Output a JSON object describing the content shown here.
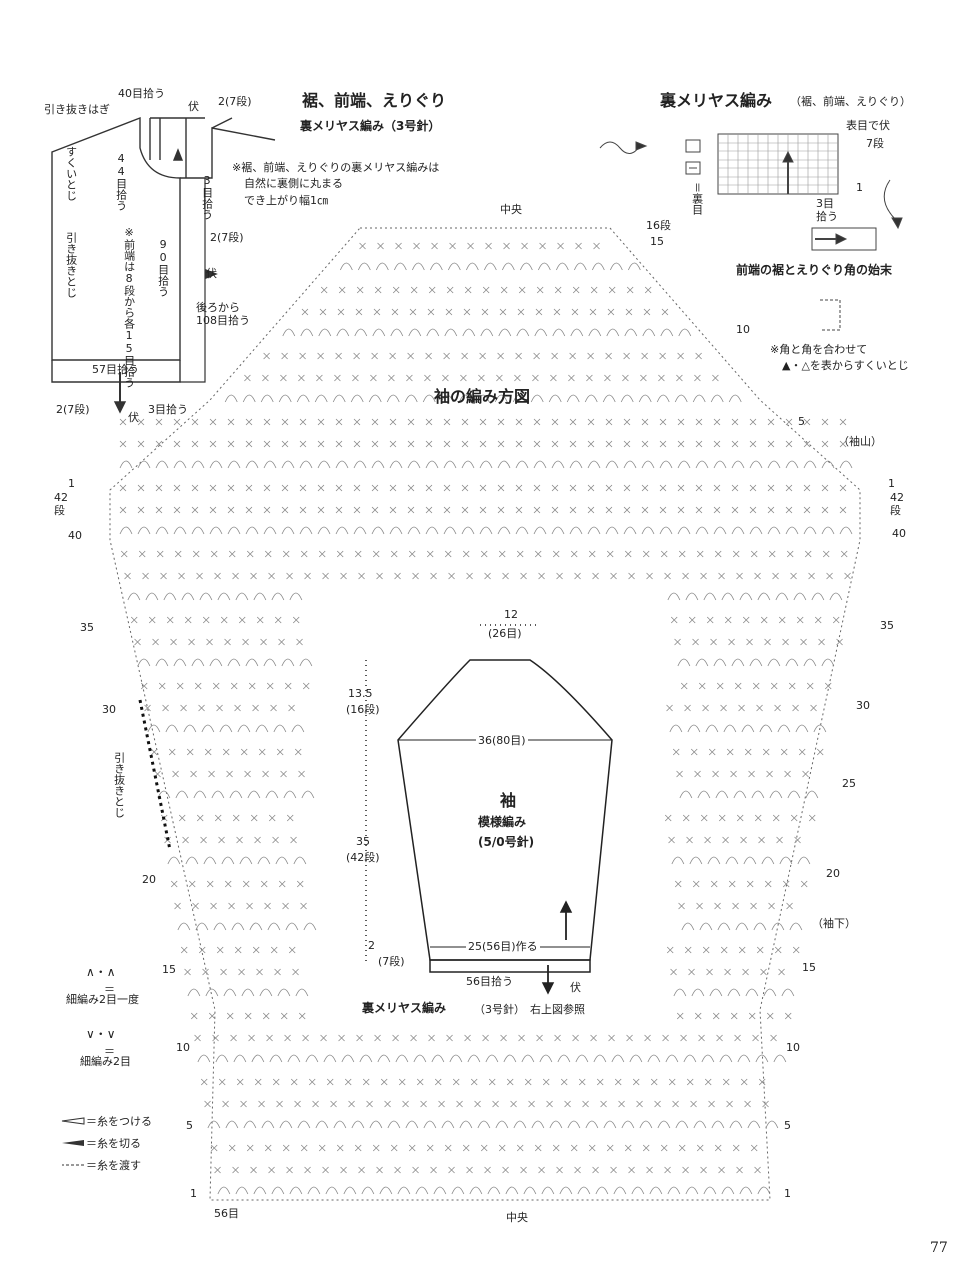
{
  "page_number": "77",
  "edging_diagram": {
    "title": "裾、前端、えりぐり",
    "subtitle": "裏メリヤス編み（3号針）",
    "note_lines": [
      "※裾、前端、えりぐりの裏メリヤス編みは",
      "自然に裏側に丸まる",
      "でき上がり幅1㎝"
    ],
    "labels": {
      "back_40": "40目拾う",
      "fu_top": "伏",
      "rows_2_7_top": "2(7段)",
      "shoulder_join": "引き抜きはぎ",
      "front_44": "44目拾う",
      "scoop_join": "すくいとじ",
      "pick_3": "3目拾う",
      "front_note": "※前端は8段から各15目拾う",
      "pick_90": "90目拾う",
      "rows_2_7_mid": "2(7段)",
      "fu_mid": "伏",
      "slip_join": "引き抜きとじ",
      "back_108": "後ろから108目拾う",
      "hem_57": "57目拾う",
      "rows_2_7_bottom": "2(7段)",
      "pick_3_bottom": "3目拾う",
      "fu_bottom": "伏"
    }
  },
  "reverse_stockinette": {
    "title": "裏メリヤス編み",
    "title_note": "（裾、前端、えりぐり）",
    "legend_knit": "□・",
    "legend_purl": "－",
    "legend_eq": "＝裏目",
    "bind_off": "表目で伏",
    "rows_7": "7段",
    "row_1": "1",
    "pick_3": "3目拾う",
    "corner_title": "前端の裾とえりぐり角の始末",
    "corner_note_1": "※角と角を合わせて",
    "corner_note_2": "▲・△を表からすくいとじ"
  },
  "sleeve_chart": {
    "title": "袖の編み方図",
    "top_center": "中央",
    "bottom_center": "中央",
    "row_16": "16段",
    "row_15": "15",
    "sleeve_cap": "（袖山）",
    "underarm": "（袖下）",
    "slip_join": "引き抜きとじ",
    "stitches_56": "56目",
    "row_labels_left": [
      "42段",
      "40",
      "35",
      "30",
      "20",
      "15",
      "10",
      "5",
      "1"
    ],
    "row_labels_right": [
      "10",
      "5",
      "42段",
      "40",
      "35",
      "30",
      "25",
      "20",
      "15",
      "10",
      "5",
      "1"
    ],
    "row_1_top_left": "1",
    "row_1_top_right": "1"
  },
  "schematic": {
    "top_width": "12",
    "top_sts": "(26目)",
    "cap_height": "13.5",
    "cap_rows": "(16段)",
    "width_36": "36(80目)",
    "body_height": "35",
    "body_rows": "(42段)",
    "cuff_height": "2",
    "cuff_rows": "(7段)",
    "cuff_width": "25(56目)作る",
    "cuff_pick": "56目拾う",
    "fu": "伏",
    "part_name": "袖",
    "pattern": "模様編み",
    "needle": "(5/0号針)",
    "cuff_stitch": "裏メリヤス編み",
    "cuff_needle": "（3号針）",
    "cuff_ref": "右上図参照"
  },
  "symbol_legend": {
    "dec_symbol": "∧・∧",
    "dec_eq": "＝",
    "dec_text": "細編み2目一度",
    "inc_symbol": "∨・∨",
    "inc_eq": "＝",
    "inc_text": "細編み2目",
    "attach": "＝糸をつける",
    "cut": "＝糸を切る",
    "pass": "＝糸を渡す"
  }
}
